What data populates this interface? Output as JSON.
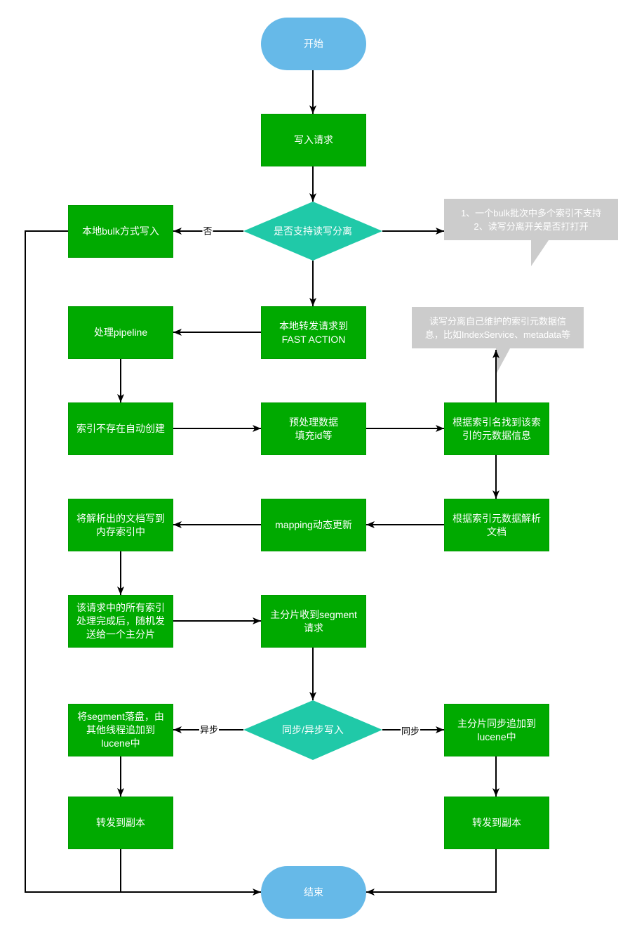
{
  "nodes": {
    "start": {
      "label": "开始"
    },
    "write_request": {
      "label": "写入请求"
    },
    "rw_split_decision": {
      "label": "是否支持读写分离"
    },
    "local_bulk_write": {
      "label": "本地bulk方式写入"
    },
    "rw_split_note": {
      "lines": [
        "1、一个bulk批次中多个索引不支持",
        "2、读写分离开关是否打打开"
      ]
    },
    "forward_fast_action": {
      "lines": [
        "本地转发请求到",
        "FAST ACTION"
      ]
    },
    "process_pipeline": {
      "label": "处理pipeline"
    },
    "metadata_note": {
      "lines": [
        "读写分离自己维护的索引元数据信",
        "息，比如IndexService、metadata等"
      ]
    },
    "auto_create_index": {
      "label": "索引不存在自动创建"
    },
    "preprocess_data": {
      "lines": [
        "预处理数据",
        "填充id等"
      ]
    },
    "find_index_metadata": {
      "lines": [
        "根据索引名找到该索",
        "引的元数据信息"
      ]
    },
    "write_memory_index": {
      "lines": [
        "将解析出的文档写到",
        "内存索引中"
      ]
    },
    "mapping_update": {
      "label": "mapping动态更新"
    },
    "parse_document": {
      "lines": [
        "根据索引元数据解析",
        "文档"
      ]
    },
    "send_to_primary": {
      "lines": [
        "该请求中的所有索引",
        "处理完成后，随机发",
        "送给一个主分片"
      ]
    },
    "primary_receive_segment": {
      "lines": [
        "主分片收到segment",
        "请求"
      ]
    },
    "sync_async_decision": {
      "label": "同步/异步写入"
    },
    "async_flush_segment": {
      "lines": [
        "将segment落盘，由",
        "其他线程追加到",
        "lucene中"
      ]
    },
    "sync_append_lucene": {
      "lines": [
        "主分片同步追加到",
        "lucene中"
      ]
    },
    "replicate_left": {
      "label": "转发到副本"
    },
    "replicate_right": {
      "label": "转发到副本"
    },
    "end": {
      "label": "结束"
    }
  },
  "edge_labels": {
    "no": "否",
    "async": "异步",
    "sync": "同步"
  },
  "colors": {
    "process": "#00AA00",
    "decision": "#20C9A8",
    "terminal": "#66B9E8",
    "note": "#CCCCCC",
    "edge": "#000000",
    "node_text": "#FFFFFF"
  }
}
